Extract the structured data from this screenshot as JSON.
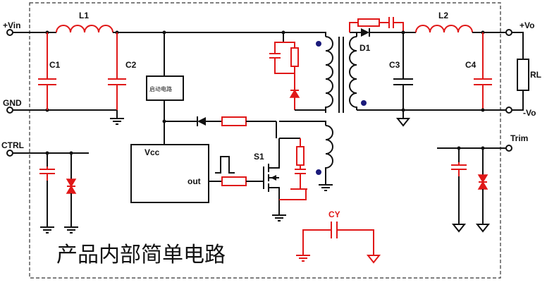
{
  "diagram": {
    "caption": "产品内部简单电路",
    "pins": {
      "vin": "+Vin",
      "gnd": "GND",
      "ctrl": "CTRL",
      "vo_plus": "+Vo",
      "vo_minus": "-Vo",
      "trim": "Trim"
    },
    "components": {
      "l1": "L1",
      "l2": "L2",
      "c1": "C1",
      "c2": "C2",
      "c3": "C3",
      "c4": "C4",
      "d1": "D1",
      "rl": "RL",
      "s1": "S1",
      "cy": "CY",
      "startup": "启动电路",
      "vcc": "Vcc",
      "out": "out"
    },
    "colors": {
      "wire": "#111111",
      "highlight": "#e01818",
      "winding_dot": "#1a1a7a"
    }
  }
}
